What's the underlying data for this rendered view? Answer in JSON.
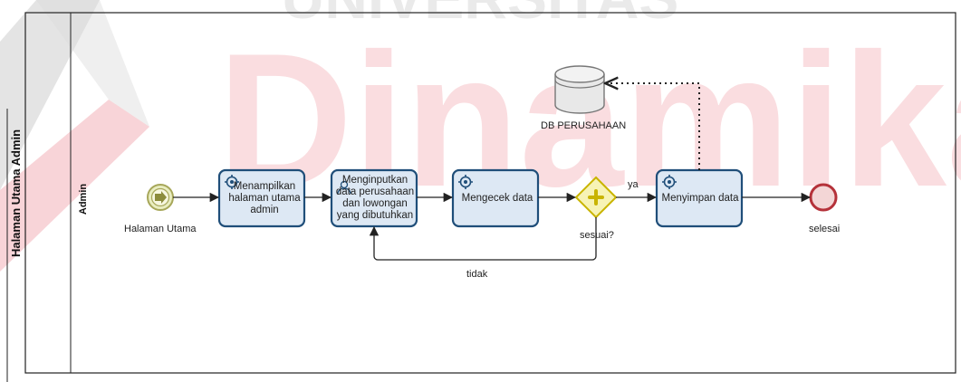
{
  "pool": {
    "title": "Halaman Utama Admin"
  },
  "lane": {
    "title": "Admin"
  },
  "events": {
    "start": "Halaman Utama",
    "end": "selesai"
  },
  "tasks": {
    "t1": "Menampilkan halaman utama admin",
    "t2": "Menginputkan data perusahaan dan lowongan yang dibutuhkan",
    "t3": "Mengecek data",
    "t4": "Menyimpan data"
  },
  "gateway": {
    "label": "sesuai?"
  },
  "flows": {
    "yes": "ya",
    "no": "tidak"
  },
  "datastore": {
    "label": "DB PERUSAHAAN"
  },
  "watermark": {
    "top_text": "UNIVERSITAS",
    "big_text": "Dinamika"
  },
  "colors": {
    "task_fill": "#dde8f4",
    "task_border": "#1f4e79",
    "gateway_fill": "#f7f3b5",
    "gateway_stroke": "#c9b400",
    "start_fill": "#e9edc0",
    "start_stroke": "#a7a75a",
    "end_fill": "#f3d6d6",
    "end_stroke": "#b5323a",
    "watermark_red": "#f4b7bc",
    "watermark_gray": "#e4e4e4"
  }
}
